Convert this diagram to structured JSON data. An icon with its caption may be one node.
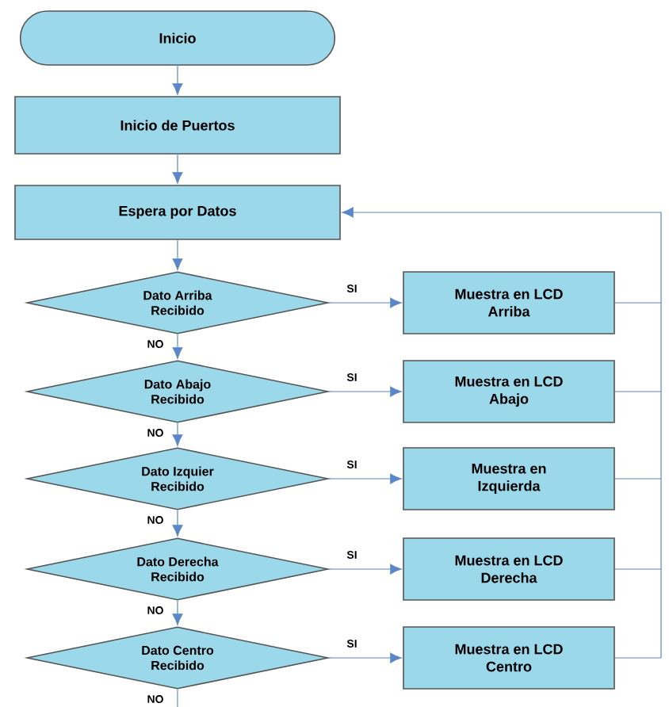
{
  "diagram": {
    "nodes": [
      {
        "text": [
          "Inicio"
        ]
      },
      {
        "text": [
          "Inicio de Puertos"
        ]
      },
      {
        "text": [
          "Espera por Datos"
        ]
      },
      {
        "text": [
          "Dato Arriba Recibido"
        ]
      },
      {
        "text": [
          "Dato Abajo Recibido"
        ]
      },
      {
        "text": [
          "Dato Izquier Recibido"
        ]
      },
      {
        "text": [
          "Dato Derecha Recibido"
        ]
      },
      {
        "text": [
          "Dato Centro Recibido"
        ]
      },
      {
        "text": [
          "Muestra en LCD Arriba"
        ]
      },
      {
        "text": [
          "Muestra en LCD Abajo"
        ]
      },
      {
        "text": [
          "Muestra en Izquierda"
        ]
      },
      {
        "text": [
          "Muestra en LCD Derecha"
        ]
      },
      {
        "text": [
          "Muestra en LCD Centro"
        ]
      }
    ],
    "edges": [
      {
        "from": 0,
        "to": 1,
        "arrow": "to"
      },
      {
        "from": 1,
        "to": 2,
        "arrow": "to"
      },
      {
        "from": 2,
        "to": 3,
        "arrow": "to"
      },
      {
        "from": 3,
        "to": 8,
        "arrow": "to",
        "label": "SI"
      },
      {
        "from": 3,
        "to": 4,
        "arrow": "to",
        "label": "NO"
      },
      {
        "from": 4,
        "to": 9,
        "arrow": "to",
        "label": "SI"
      },
      {
        "from": 4,
        "to": 5,
        "arrow": "to",
        "label": "NO"
      },
      {
        "from": 5,
        "to": 10,
        "arrow": "to",
        "label": "SI"
      },
      {
        "from": 5,
        "to": 6,
        "arrow": "to",
        "label": "NO"
      },
      {
        "from": 6,
        "to": 11,
        "arrow": "to",
        "label": "SI"
      },
      {
        "from": 6,
        "to": 7,
        "arrow": "to",
        "label": "NO"
      },
      {
        "from": 7,
        "to": 12,
        "arrow": "to",
        "label": "SI"
      },
      {
        "from": 7,
        "to": null,
        "arrow": "none",
        "label": "NO"
      },
      {
        "from": 8,
        "to": 2,
        "arrow": "to"
      },
      {
        "from": 9,
        "to": 2,
        "arrow": "to"
      },
      {
        "from": 10,
        "to": 2,
        "arrow": "to"
      },
      {
        "from": 11,
        "to": 2,
        "arrow": "to"
      },
      {
        "from": 12,
        "to": 2,
        "arrow": "to"
      }
    ]
  }
}
